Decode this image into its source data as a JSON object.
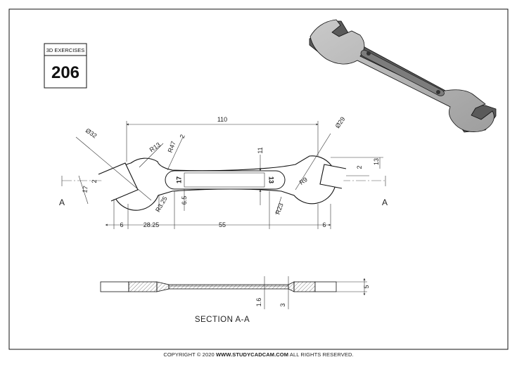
{
  "badge": {
    "caption": "3D EXERCISES",
    "number": "206"
  },
  "dimensions": {
    "overall_length": "110",
    "left_jaw_dia": "Ø32",
    "right_jaw_dia": "Ø29",
    "left_jaw_radius": "R13",
    "arc_radius_top": "R47",
    "count_2a": "2",
    "count_2b": "2",
    "count_2c": "2",
    "slot_width": "11",
    "left_opening": "17",
    "right_opening": "13",
    "right_jaw_radius": "R9",
    "left_neck_radius": "R3.25",
    "neck_width": "6.5",
    "arc_radius_bottom": "R23",
    "left_edge": "6",
    "left_offset": "28.25",
    "slot_length": "55",
    "right_edge": "6",
    "plate_thickness": "5",
    "slot_thickness": "1.6",
    "web_thickness": "3"
  },
  "engravings": {
    "left": "17",
    "right": "13"
  },
  "section_markers": {
    "left": "A",
    "right": "A"
  },
  "section_title": "SECTION A-A",
  "copyright": {
    "prefix": "COPYRIGHT © 2020",
    "site": "WWW.STUDYCADCAM.COM",
    "suffix": "ALL RIGHTS RESERVED."
  }
}
